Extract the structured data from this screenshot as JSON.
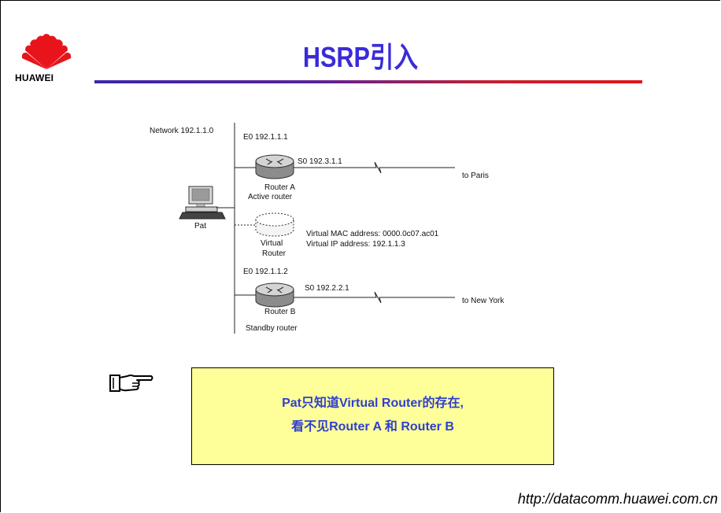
{
  "header": {
    "brand_logo_text": "HUAWEI",
    "title": "HSRP引入",
    "title_color": "#3a2bd8"
  },
  "diagram": {
    "network_label": "Network 192.1.1.0",
    "host_label": "Pat",
    "router_a": {
      "e0": "E0 192.1.1.1",
      "s0": "S0 192.3.1.1",
      "name": "Router A",
      "role": "Active router",
      "destination": "to Paris"
    },
    "virtual_router": {
      "name_line1": "Virtual",
      "name_line2": "Router",
      "mac": "Virtual MAC address: 0000.0c07.ac01",
      "ip": "Virtual IP address: 192.1.1.3"
    },
    "router_b": {
      "e0": "E0 192.1.1.2",
      "s0": "S0 192.2.2.1",
      "name": "Router B",
      "role": "Standby router",
      "destination": "to New York"
    }
  },
  "note": {
    "line1": "Pat只知道Virtual Router的存在,",
    "line2": "看不见Router A 和 Router B",
    "background": "#ffff99",
    "text_color": "#2f3fd0"
  },
  "footer": {
    "url": "http://datacomm.huawei.com.cn"
  }
}
